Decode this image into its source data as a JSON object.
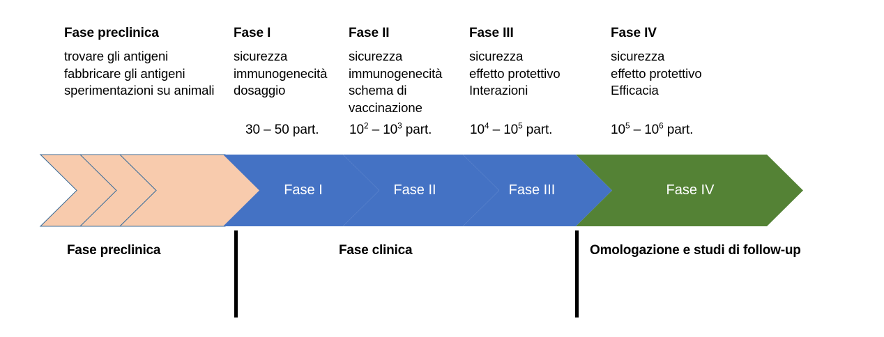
{
  "diagram": {
    "title_hidden": "Fasi di sviluppo di un vaccino",
    "colors": {
      "preclinical": "#F8CBAD",
      "preclinical_outline": "#41719C",
      "clinical": "#4472C4",
      "approval": "#548235",
      "divider": "#000000",
      "chevron_label": "#FFFFFF",
      "text": "#000000"
    }
  },
  "columns": [
    {
      "title": "Fase preclinica",
      "lines": [
        "trovare gli antigeni",
        "fabbricare gli antigeni",
        "sperimentazioni su animali"
      ],
      "count": ""
    },
    {
      "title": "Fase I",
      "lines": [
        "sicurezza",
        "immunogenecità",
        "dosaggio"
      ],
      "count": "30 – 50 part.",
      "count_base_a": "30",
      "count_base_b": "50"
    },
    {
      "title": "Fase II",
      "lines": [
        "sicurezza",
        "immunogenecità",
        "schema di",
        "vaccinazione"
      ],
      "count": "10² – 10³ part.",
      "count_base_a": "10",
      "count_exp_a": "2",
      "count_dash": " – ",
      "count_base_b": "10",
      "count_exp_b": "3",
      "count_unit": " part."
    },
    {
      "title": "Fase III",
      "lines": [
        "sicurezza",
        "effetto protettivo",
        "Interazioni"
      ],
      "count": "10⁴ – 10⁵ part.",
      "count_base_a": "10",
      "count_exp_a": "4",
      "count_dash": " – ",
      "count_base_b": "10",
      "count_exp_b": "5",
      "count_unit": " part."
    },
    {
      "title": "Fase IV",
      "lines": [
        "sicurezza",
        "effetto protettivo",
        "Efficacia"
      ],
      "count": "10⁵ – 10⁶ part.",
      "count_base_a": "10",
      "count_exp_a": "5",
      "count_dash": " – ",
      "count_base_b": "10",
      "count_exp_b": "6",
      "count_unit": " part."
    }
  ],
  "chevrons": {
    "preclinical": [
      {
        "label": ""
      },
      {
        "label": ""
      },
      {
        "label": ""
      }
    ],
    "clinical": [
      {
        "label": "Fase I"
      },
      {
        "label": "Fase II"
      },
      {
        "label": "Fase III"
      }
    ],
    "approval": [
      {
        "label": "Fase IV"
      }
    ]
  },
  "footer": {
    "preclinical_label": "Fase preclinica",
    "clinical_label": "Fase clinica",
    "approval_label": "Omologazione e studi di follow-up"
  }
}
